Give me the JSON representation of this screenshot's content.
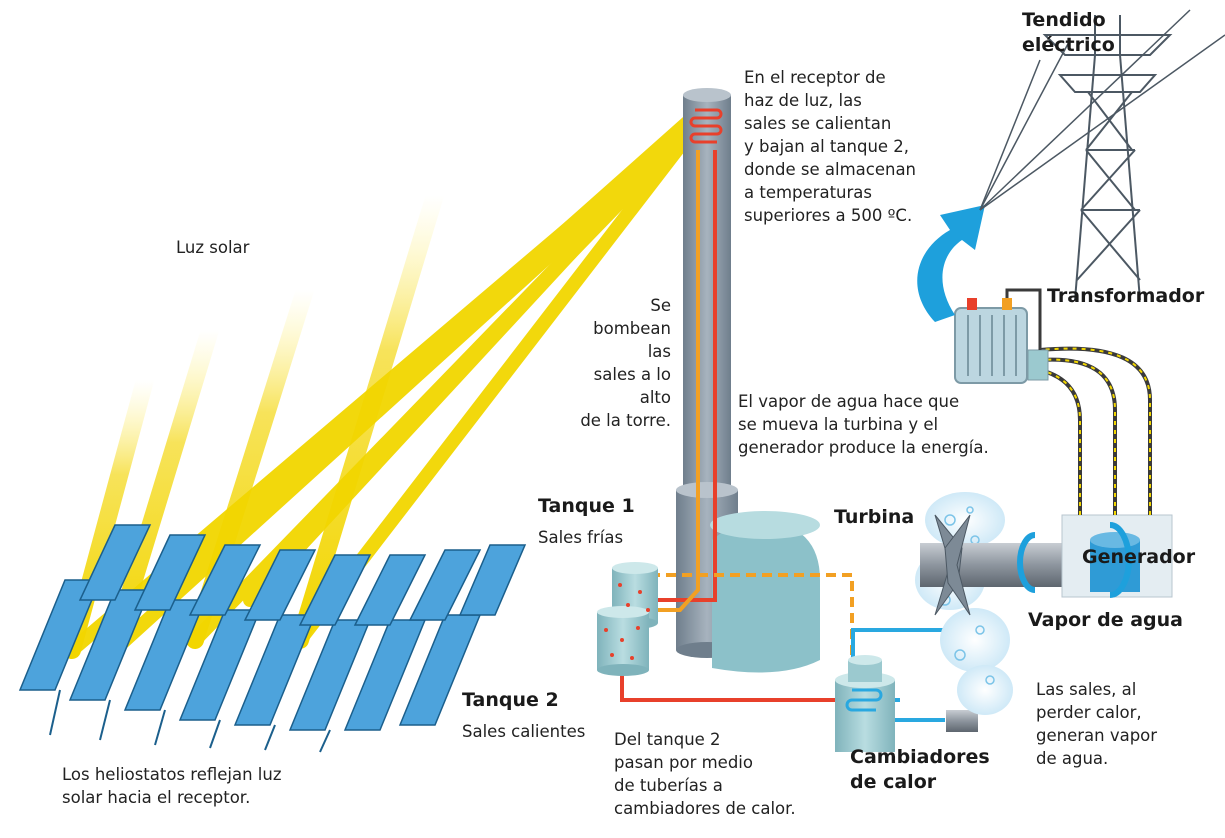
{
  "labels": {
    "tendido": "Tendido\neléctrico",
    "receptor": "En el receptor de\nhaz de luz, las\nsales se calientan\ny bajan al tanque 2,\ndonde se almacenan\na temperaturas\nsuperiores a 500 ºC.",
    "luz_solar": "Luz solar",
    "transformador": "Transformador",
    "bombean": "Se\nbombean las\nsales a lo alto\nde la torre.",
    "vapor_turbina": "El vapor de agua hace que\nse mueva la turbina y el\ngenerador produce la energía.",
    "tanque1_title": "Tanque 1",
    "tanque1_sub": "Sales frías",
    "turbina": "Turbina",
    "generador": "Generador",
    "vapor_agua": "Vapor de agua",
    "tanque2_title": "Tanque 2",
    "tanque2_sub": "Sales calientes",
    "sales_perder": "Las sales, al\nperder calor,\ngeneran vapor\nde agua.",
    "cambiadores": "Cambiadores\nde calor",
    "del_tanque": "Del tanque 2\npasan por medio\nde tuberías a\ncambiadores de calor.",
    "heliostatos": "Los heliostatos reflejan luz\nsolar hacia el receptor."
  },
  "colors": {
    "sunlight": "#f2d600",
    "tower": "#8a98a6",
    "panel": "#4da3dc",
    "hot_pipe": "#e8402b",
    "cold_pipe": "#f2a023",
    "water_pipe": "#29a8e0",
    "arrow": "#1ea0dc",
    "tank": "#9bc9cf"
  }
}
